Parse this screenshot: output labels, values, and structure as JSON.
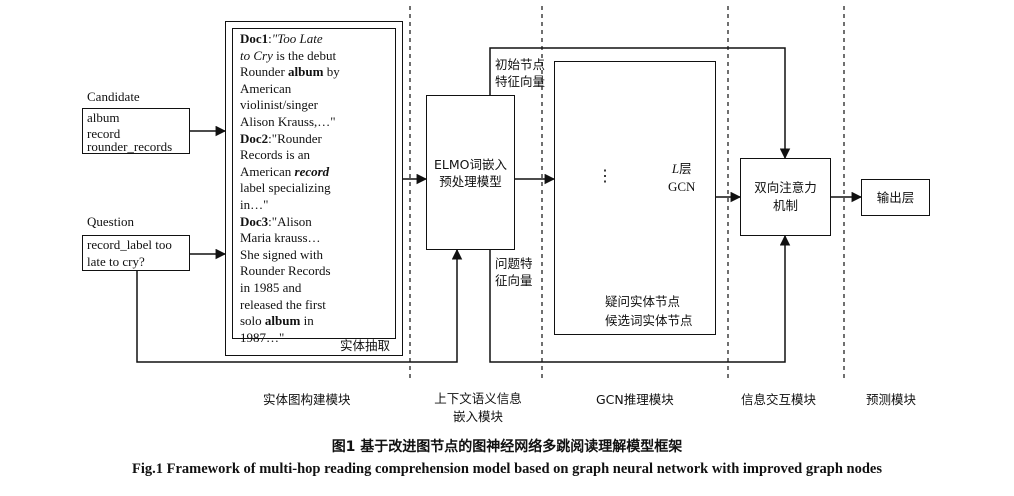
{
  "candidate": {
    "label": "Candidate",
    "items": [
      "album",
      "record",
      "rounder_records"
    ]
  },
  "question": {
    "label": "Question",
    "lines": [
      "record_label too",
      "late to cry?"
    ]
  },
  "docs": {
    "doc1": {
      "tag": "Doc1",
      "quote_italic": "\"Too Late",
      "l2": "to Cry",
      "l2b": " is the debut",
      "l3a": "Rounder ",
      "l3b": "album",
      "l3c": " by",
      "l4": "American",
      "l5": "violinist/singer",
      "l6": "Alison Krauss,…\""
    },
    "doc2": {
      "tag": "Doc2",
      "l1": ":\"Rounder",
      "l2": "Records is an",
      "l3a": "American ",
      "l3b": "record",
      "l4": "label specializing",
      "l5": "in…\""
    },
    "doc3": {
      "tag": "Doc3",
      "l1": ":\"Alison",
      "l2": "Maria krauss…",
      "l3": "She signed with",
      "l4": "Rounder Records",
      "l5": "in 1985 and",
      "l6": "released the first",
      "l7a": "solo ",
      "l7b": "album",
      "l7c": " in",
      "l8": "1987…\""
    }
  },
  "entity_extraction_label": "实体抽取",
  "elmo_box": [
    "ELMO词嵌入",
    "预处理模型"
  ],
  "initial_node_feature": [
    "初始节点",
    "特征向量"
  ],
  "question_feature": [
    "问题特",
    "征向量"
  ],
  "gcn": {
    "layer_label_italic": "L",
    "layer_label_rest": "层",
    "layer_label_2": "GCN",
    "ellipsis": "⋮",
    "legend_question": "疑问实体节点",
    "legend_candidate": "候选词实体节点"
  },
  "attention_box": [
    "双向注意力",
    "机制"
  ],
  "output_box": "输出层",
  "modules": {
    "m1": "实体图构建模块",
    "m2": [
      "上下文语义信息",
      "嵌入模块"
    ],
    "m3": "GCN推理模块",
    "m4": "信息交互模块",
    "m5": "预测模块"
  },
  "caption_cn": "图1   基于改进图节点的图神经网络多跳阅读理解模型框架",
  "caption_en": "Fig.1   Framework of multi-hop reading comprehension model based on graph neural network with improved graph nodes"
}
